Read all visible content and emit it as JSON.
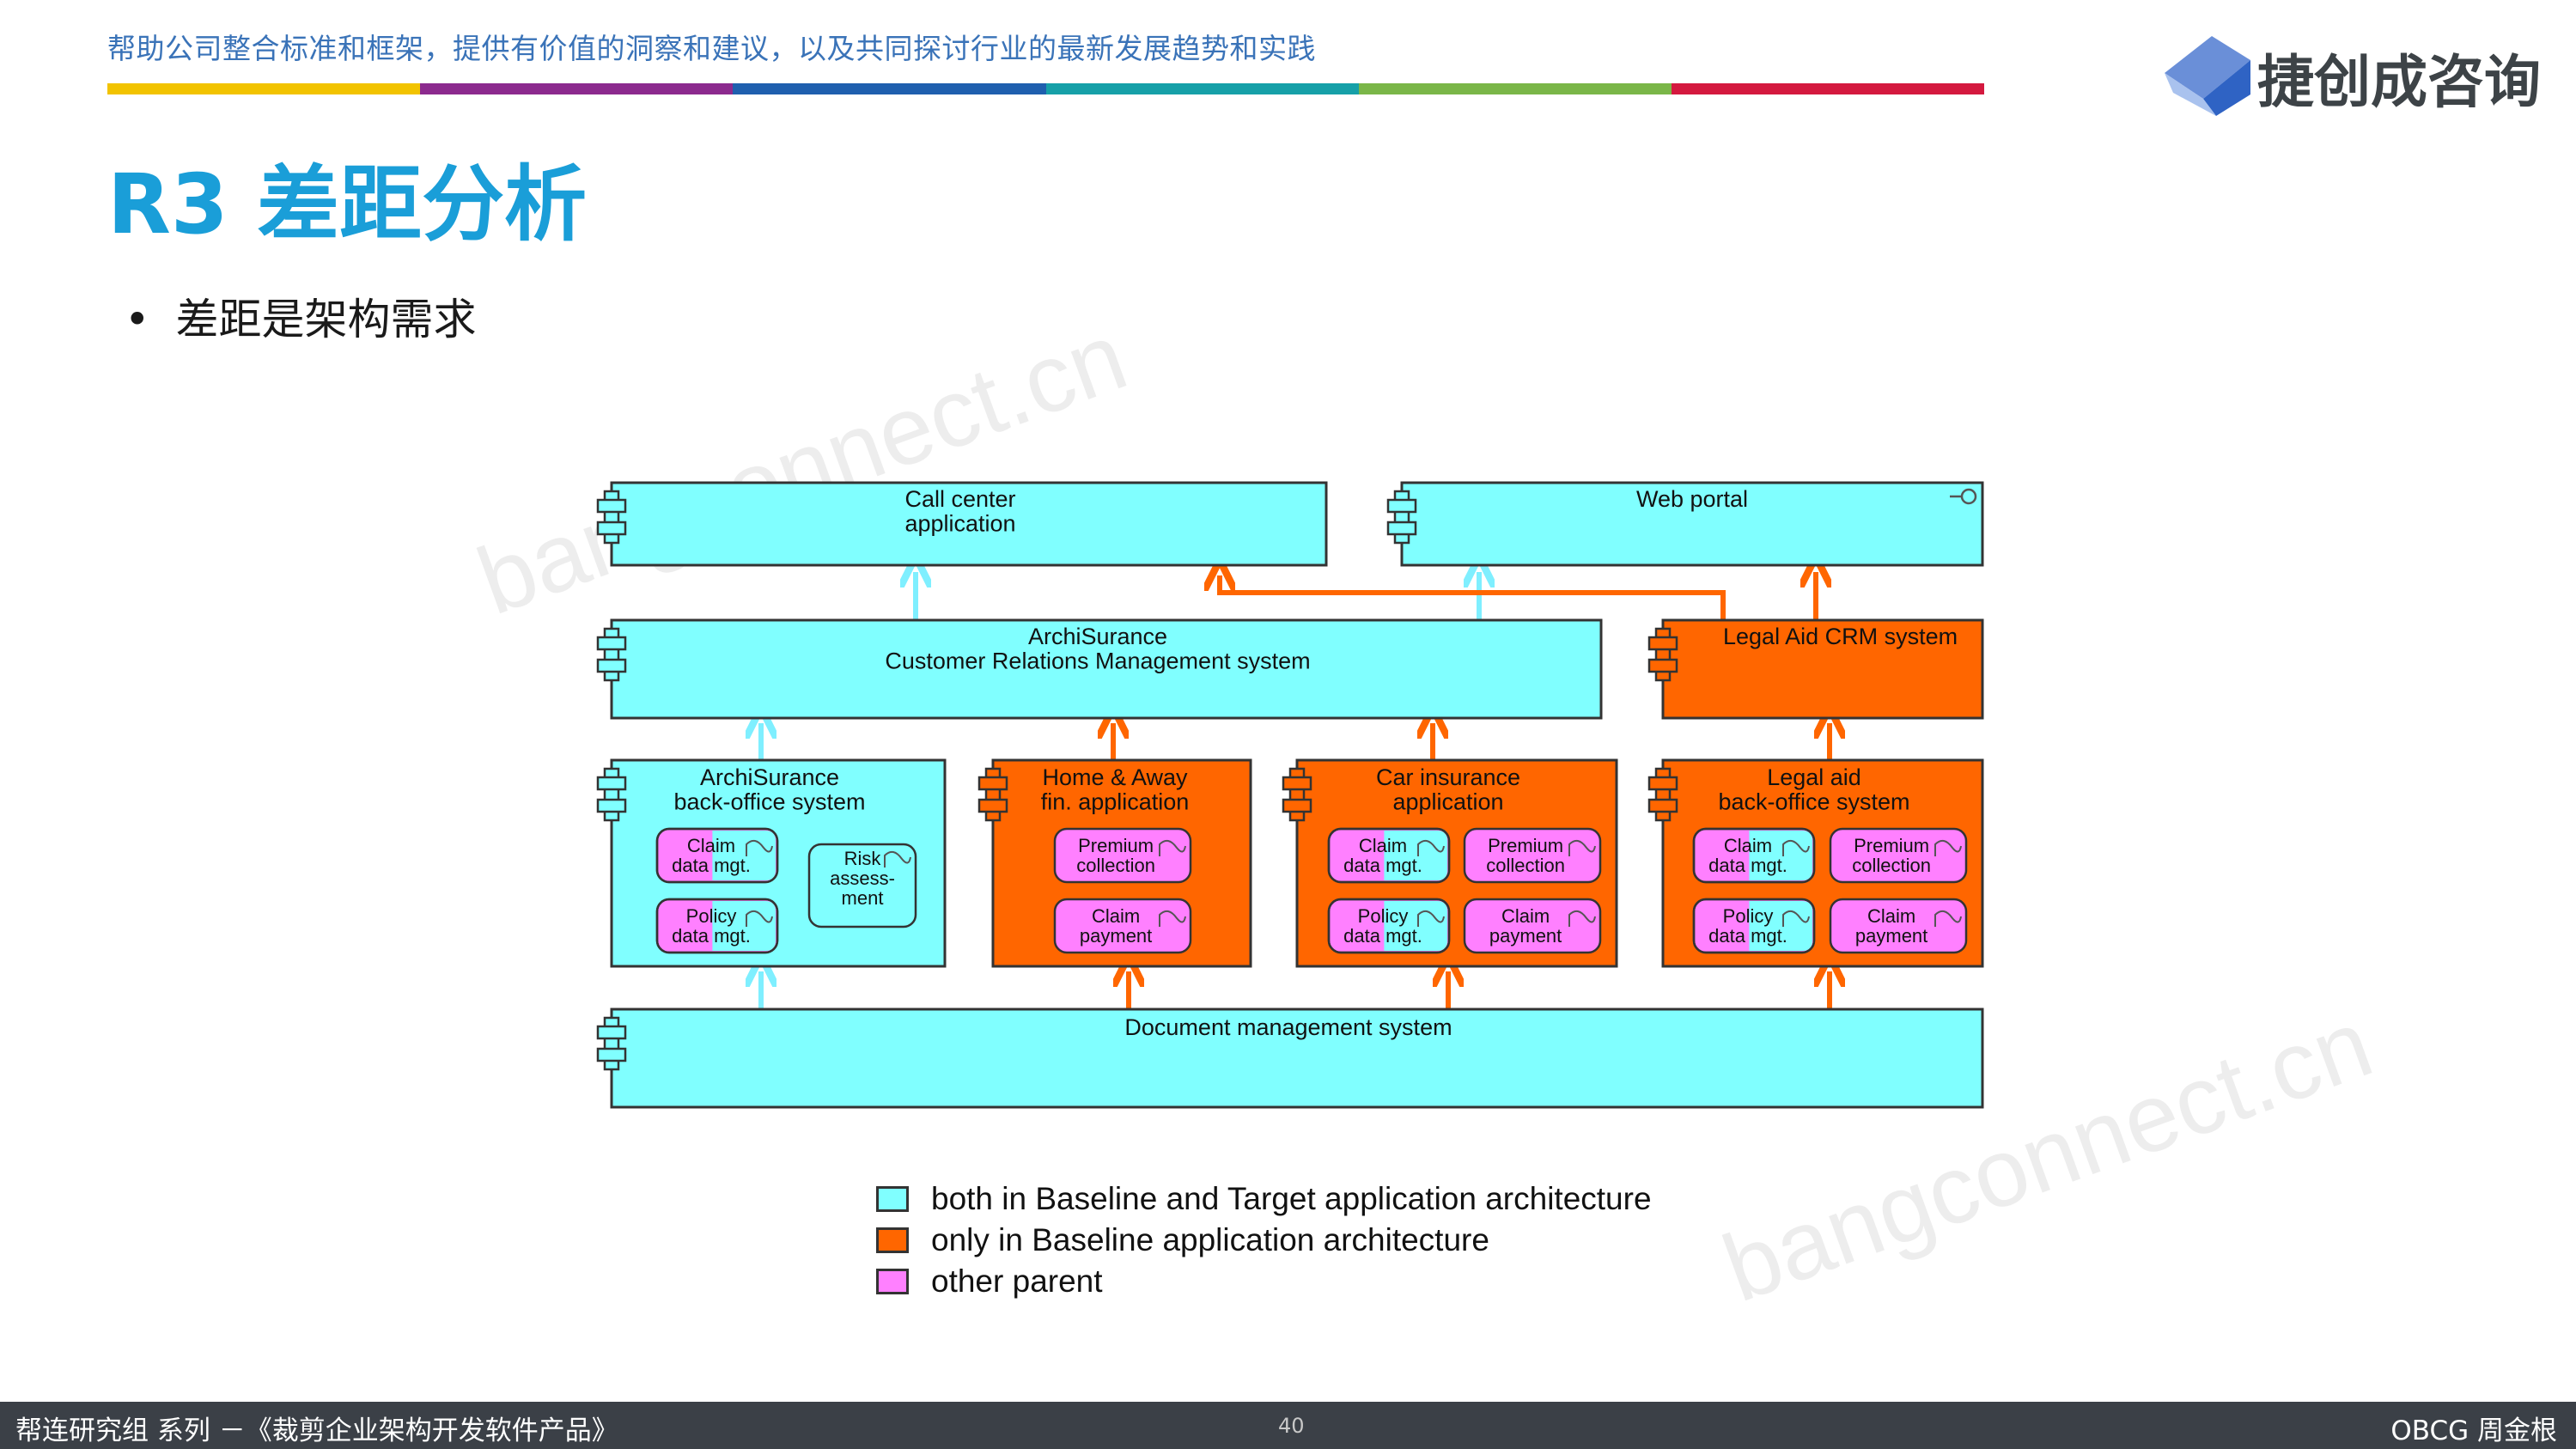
{
  "header": {
    "tagline": "帮助公司整合标准和框架，提供有价值的洞察和建议，以及共同探讨行业的最新发展趋势和实践",
    "color_bar": [
      "#f2c300",
      "#8c2a8e",
      "#1f5fae",
      "#16a0a8",
      "#7ab648",
      "#d4193f"
    ],
    "logo_text": "捷创成咨询",
    "logo_icon": "cube-icon"
  },
  "slide": {
    "title": "R3 差距分析",
    "bullet": "差距是架构需求"
  },
  "watermark": "bangconnect.cn",
  "colors": {
    "both": "#80ffff",
    "baseline_only": "#ff6600",
    "other_parent": "#ff80ff",
    "arrow_cyan": "#7fefff",
    "arrow_orange": "#ff6600"
  },
  "diagram": {
    "components": {
      "call_center": [
        "Call center",
        "application"
      ],
      "web_portal": [
        "Web portal"
      ],
      "crm": [
        "ArchiSurance",
        "Customer Relations Management system"
      ],
      "legal_crm": [
        "Legal Aid CRM system"
      ],
      "back_office": [
        "ArchiSurance",
        "back-office system"
      ],
      "home_away": [
        "Home & Away",
        "fin. application"
      ],
      "car_insurance": [
        "Car insurance",
        "application"
      ],
      "legal_back_office": [
        "Legal aid",
        "back-office system"
      ],
      "document_mgmt": [
        "Document management system"
      ]
    },
    "functions": {
      "claim_data_mgt": [
        "Claim",
        "data mgt."
      ],
      "policy_data_mgt": [
        "Policy",
        "data mgt."
      ],
      "risk_assessment": [
        "Risk",
        "assess-",
        "ment"
      ],
      "premium_collection": [
        "Premium",
        "collection"
      ],
      "claim_payment": [
        "Claim",
        "payment"
      ]
    }
  },
  "legend": [
    {
      "label": "both in Baseline and Target application architecture",
      "color": "#80ffff"
    },
    {
      "label": "only in Baseline application architecture",
      "color": "#ff6600"
    },
    {
      "label": "other parent",
      "color": "#ff80ff"
    }
  ],
  "footer": {
    "left": "帮连研究组 系列 －《裁剪企业架构开发软件产品》",
    "page_number": "40",
    "right": "OBCG 周金根"
  }
}
